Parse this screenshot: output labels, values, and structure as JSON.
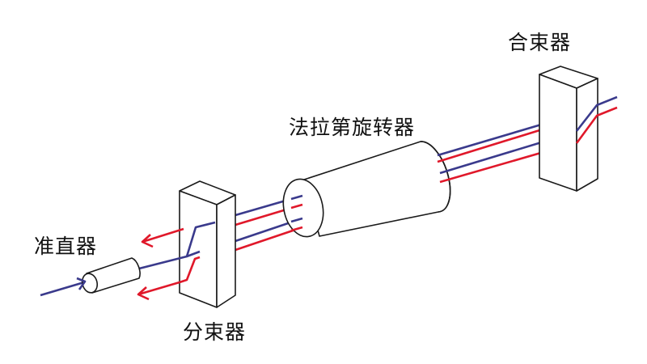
{
  "labels": {
    "collimator": "准直器",
    "beam_splitter": "分束器",
    "faraday_rotator": "法拉第旋转器",
    "beam_combiner": "合束器"
  },
  "colors": {
    "beam_blue": "#3a3a8c",
    "beam_red": "#e0182a",
    "outline": "#1a1a1a"
  }
}
